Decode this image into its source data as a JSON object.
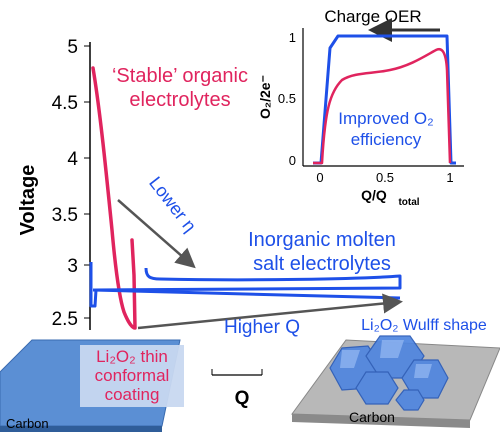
{
  "main_axes": {
    "ylabel": "Voltage",
    "xlabel": "Q",
    "y_ticks": [
      "5",
      "4.5",
      "4",
      "3.5",
      "3",
      "2.5"
    ]
  },
  "annotations": {
    "organic_line1": "‘Stable’ organic",
    "organic_line2": "electrolytes",
    "inorganic_line1": "Inorganic molten",
    "inorganic_line2": "salt electrolytes",
    "lower_eta": "Lower η",
    "higher_q": "Higher Q",
    "wulff_shape": "Li₂O₂ Wulff shape",
    "thin_coating_line1": "Li₂O₂ thin",
    "thin_coating_line2": "conformal",
    "thin_coating_line3": "coating",
    "carbon_left": "Carbon",
    "carbon_right": "Carbon"
  },
  "inset": {
    "title": "Charge OER",
    "ylabel": "O₂/2e⁻",
    "xlabel": "Q/Q",
    "xlabel_sub": "total",
    "y_ticks": [
      "1",
      "0.5",
      "0"
    ],
    "x_ticks": [
      "0",
      "0.5",
      "1"
    ],
    "annotation_line1": "Improved O₂",
    "annotation_line2": "efficiency"
  },
  "colors": {
    "organic": "#e0245e",
    "inorganic": "#1e50e8",
    "arrow": "#555555",
    "carbon_blue": "#5b8fd4",
    "carbon_gray": "#b8b8b8"
  }
}
